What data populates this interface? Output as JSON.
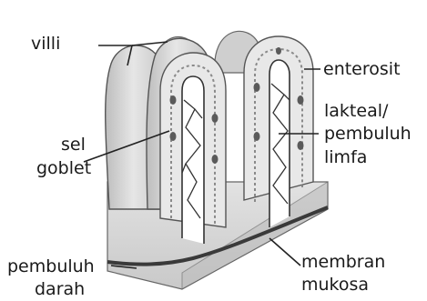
{
  "labels": {
    "villi": "villi",
    "enterosit": "enterosit",
    "lakteal_1": "lakteal/",
    "lakteal_2": "pembuluh",
    "lakteal_3": "limfa",
    "sel_1": "sel",
    "sel_2": "goblet",
    "membran_1": "membran",
    "membran_2": "mukosa",
    "darah_1": "pembuluh",
    "darah_2": "darah"
  },
  "colors": {
    "tissue": "#d9d9d9",
    "tissue_light": "#ededed",
    "tissue_dark": "#a9a9a9",
    "outline": "#555555",
    "vessel": "#3a3a3a",
    "goblet": "#5a5a5a"
  }
}
